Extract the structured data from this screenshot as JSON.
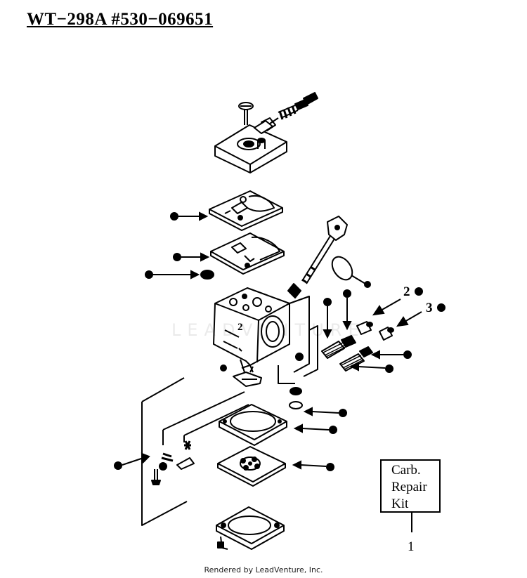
{
  "title": "WT−298A #530−069651",
  "repair_kit": {
    "line1": "Carb.",
    "line2": "Repair",
    "line3": "Kit"
  },
  "callouts": {
    "kit": "1",
    "part2": "2",
    "part3": "3",
    "body_mark": "2"
  },
  "watermark": "LEADVENTURE",
  "footer": "Rendered by LeadVenture, Inc.",
  "colors": {
    "ink": "#000000",
    "background": "#ffffff"
  }
}
